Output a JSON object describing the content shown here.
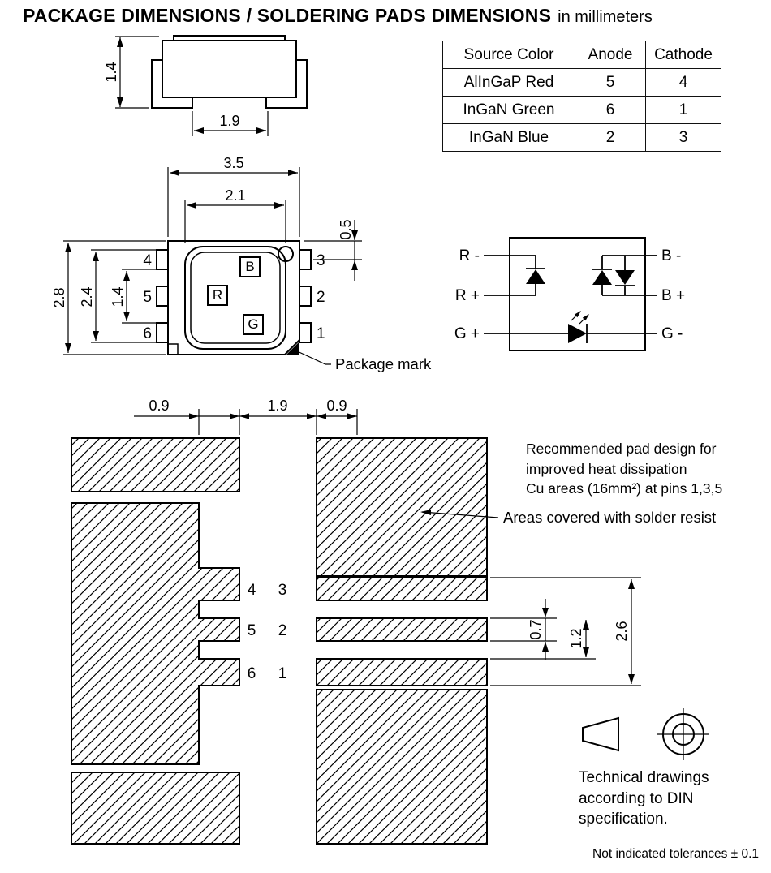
{
  "title": {
    "main": "PACKAGE DIMENSIONS / SOLDERING PADS DIMENSIONS",
    "unit": "in millimeters"
  },
  "pin_table": {
    "headers": [
      "Source Color",
      "Anode",
      "Cathode"
    ],
    "rows": [
      {
        "color": "AlInGaP Red",
        "anode": "5",
        "cathode": "4"
      },
      {
        "color": "InGaN Green",
        "anode": "6",
        "cathode": "1"
      },
      {
        "color": "InGaN Blue",
        "anode": "2",
        "cathode": "3"
      }
    ]
  },
  "side_view": {
    "height_dim": "1.4",
    "lead_span_dim": "1.9"
  },
  "top_view": {
    "overall_width_dim": "3.5",
    "emitter_width_dim": "2.1",
    "pin_top_offset_dim": "0.5",
    "overall_height_dim": "2.8",
    "pin_span_dim": "2.4",
    "pin_inner_span_dim": "1.4",
    "pins_left": [
      "4",
      "5",
      "6"
    ],
    "pins_right": [
      "3",
      "2",
      "1"
    ],
    "chips": {
      "blue": "B",
      "red": "R",
      "green": "G"
    },
    "package_mark_label": "Package mark"
  },
  "circuit": {
    "left_labels": [
      "R -",
      "R +",
      "G +"
    ],
    "right_labels": [
      "B -",
      "B +",
      "G -"
    ]
  },
  "pad_layout": {
    "dim_pad_width_left": "0.9",
    "dim_gap": "1.9",
    "dim_pad_width_right": "0.9",
    "dim_strip_height": "0.7",
    "dim_strip_pitch": "1.2",
    "dim_strip_span": "2.6",
    "pins_left": [
      "4",
      "5",
      "6"
    ],
    "pins_right": [
      "3",
      "2",
      "1"
    ],
    "note_lines": [
      "Recommended pad design for",
      "improved heat dissipation",
      "Cu areas (16mm²) at pins 1,3,5"
    ],
    "solder_resist_label": "Areas covered with solder resist"
  },
  "din_note": {
    "lines": [
      "Technical drawings",
      "according to DIN",
      "specification."
    ]
  },
  "tolerance_note": "Not indicated tolerances ± 0.1"
}
